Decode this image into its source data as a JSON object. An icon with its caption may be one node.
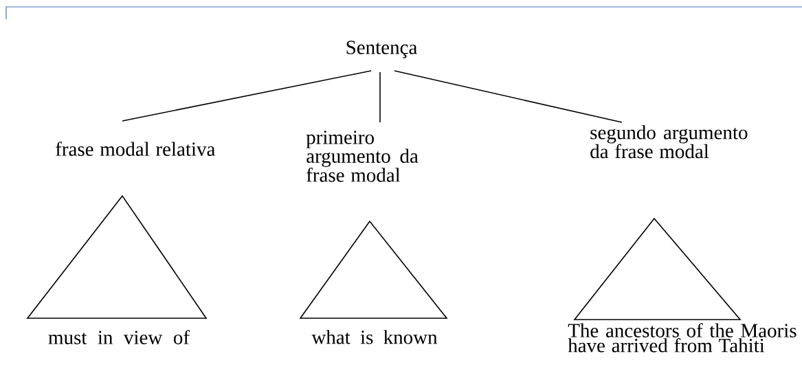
{
  "diagram": {
    "nodes": [
      {
        "text": [
          "Sentença"
        ]
      },
      {
        "text": [
          "frase modal relativa"
        ]
      },
      {
        "text": [
          "primeiro argumento da frase modal"
        ]
      },
      {
        "text": [
          "segundo argumento da frase modal"
        ]
      },
      {
        "text": [],
        "shape": "triangle",
        "beside": [
          "must in view of"
        ]
      },
      {
        "text": [],
        "shape": "triangle",
        "beside": [
          "what is known"
        ]
      },
      {
        "text": [],
        "shape": "triangle",
        "beside": [
          "The ancestors of the Maoris have arrived from Tahiti"
        ]
      }
    ],
    "edges": [
      {
        "from": 0,
        "to": 1,
        "arrow": "none"
      },
      {
        "from": 0,
        "to": 2,
        "arrow": "none"
      },
      {
        "from": 0,
        "to": 3,
        "arrow": "none"
      }
    ]
  }
}
